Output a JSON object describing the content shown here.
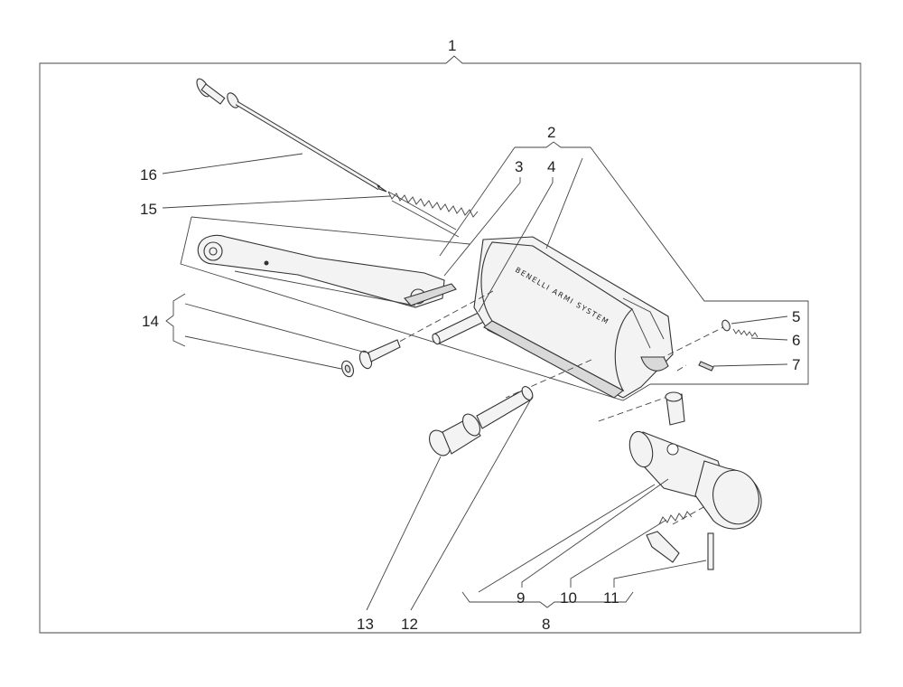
{
  "diagram": {
    "callouts": [
      "1",
      "2",
      "3",
      "4",
      "5",
      "6",
      "7",
      "8",
      "9",
      "10",
      "11",
      "12",
      "13",
      "14",
      "15",
      "16"
    ],
    "engraving": "BENELLI ARMI SYSTEM"
  },
  "colors": {
    "line": "#444444",
    "part_fill": "#f3f3f3",
    "shade": "#d9d9d9",
    "background": "#ffffff"
  }
}
